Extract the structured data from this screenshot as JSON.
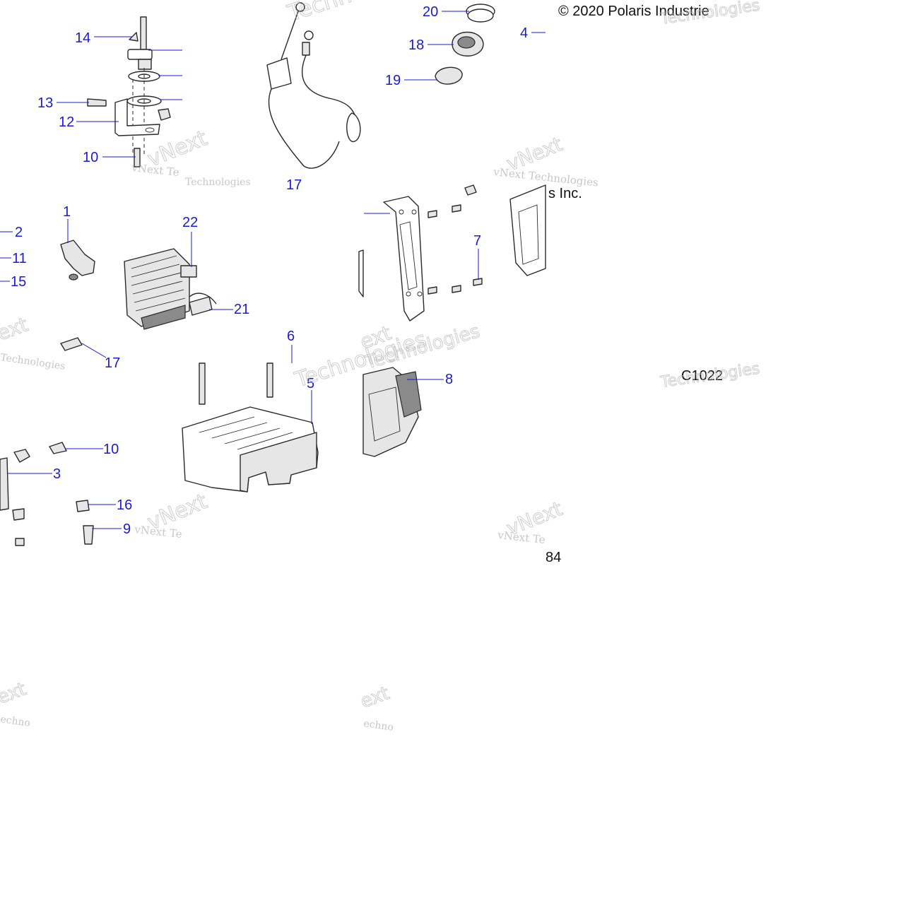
{
  "copyright": "© 2020 Polaris Industrie",
  "company_fragment": "s Inc.",
  "drawing_code": "C1022",
  "page_fragment": "84",
  "watermark_brand": "vNext Technologies",
  "watermark_word": "Technologies",
  "watermark_fragment_next": "vNext",
  "watermark_fragment_tec": "vNext Te",
  "watermark_fragment_ext": "ext",
  "watermark_fragment_echno": "echno",
  "callouts": {
    "c14": "14",
    "c13": "13",
    "c12": "12",
    "c10a": "10",
    "c17a": "17",
    "c20": "20",
    "c18": "18",
    "c19": "19",
    "c4": "4",
    "c2": "2",
    "c1": "1",
    "c11": "11",
    "c15": "15",
    "c22": "22",
    "c21": "21",
    "c17b": "17",
    "c7": "7",
    "c6": "6",
    "c5": "5",
    "c8": "8",
    "c10b": "10",
    "c3": "3",
    "c16": "16",
    "c9": "9"
  }
}
